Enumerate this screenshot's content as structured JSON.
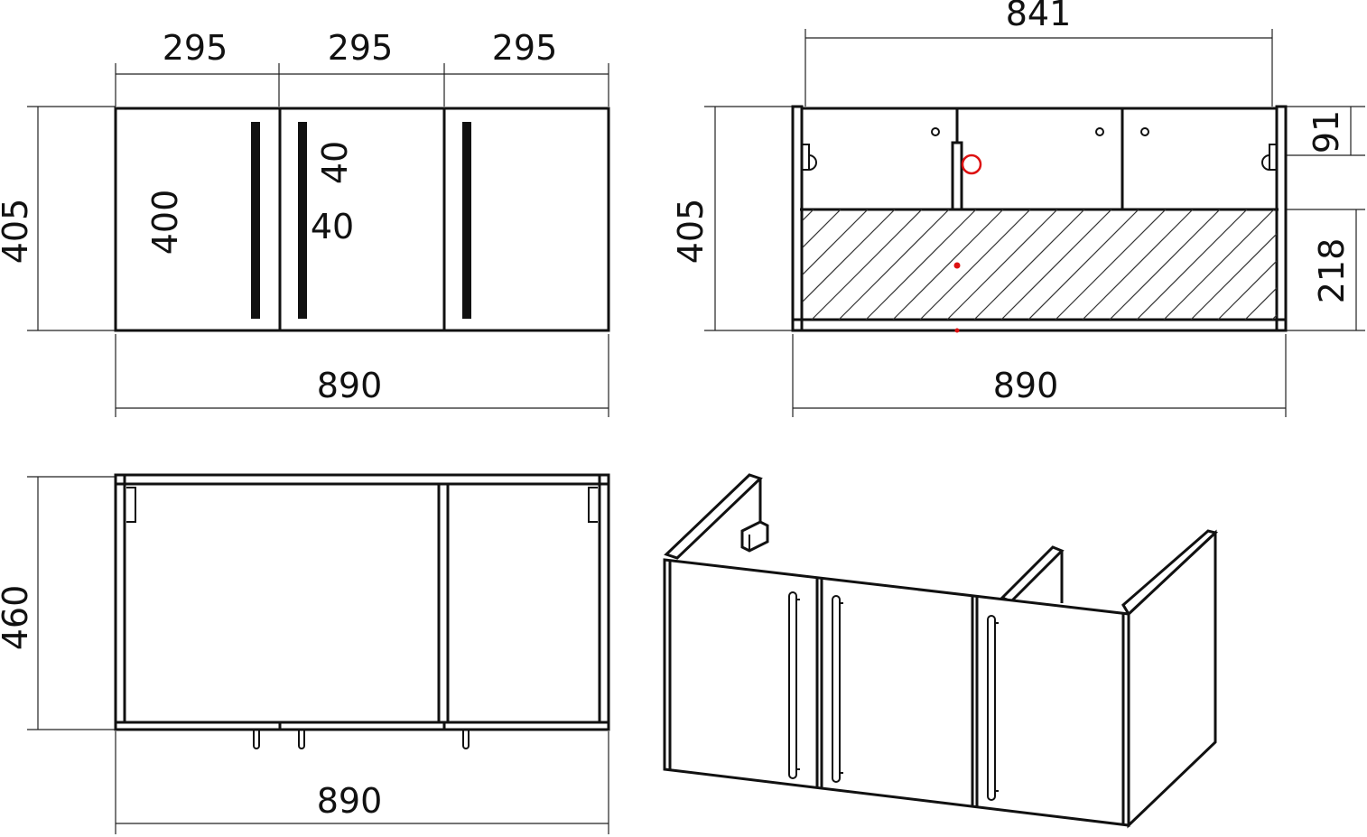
{
  "front_view": {
    "width_label": "890",
    "height_label": "405",
    "door_width_labels": [
      "295",
      "295",
      "295"
    ],
    "door_height_label": "400",
    "handle_offset_top_label": "40",
    "handle_offset_side_label": "40"
  },
  "back_view": {
    "width_label": "890",
    "inner_width_label": "841",
    "height_label": "405",
    "mount_height_label": "91",
    "hatched_zone_label": "218",
    "colors": {
      "hatch": "#333333",
      "marker": "#dd1111"
    }
  },
  "top_view": {
    "width_label": "890",
    "depth_label": "460"
  },
  "isometric_view": {
    "door_count": 3
  }
}
